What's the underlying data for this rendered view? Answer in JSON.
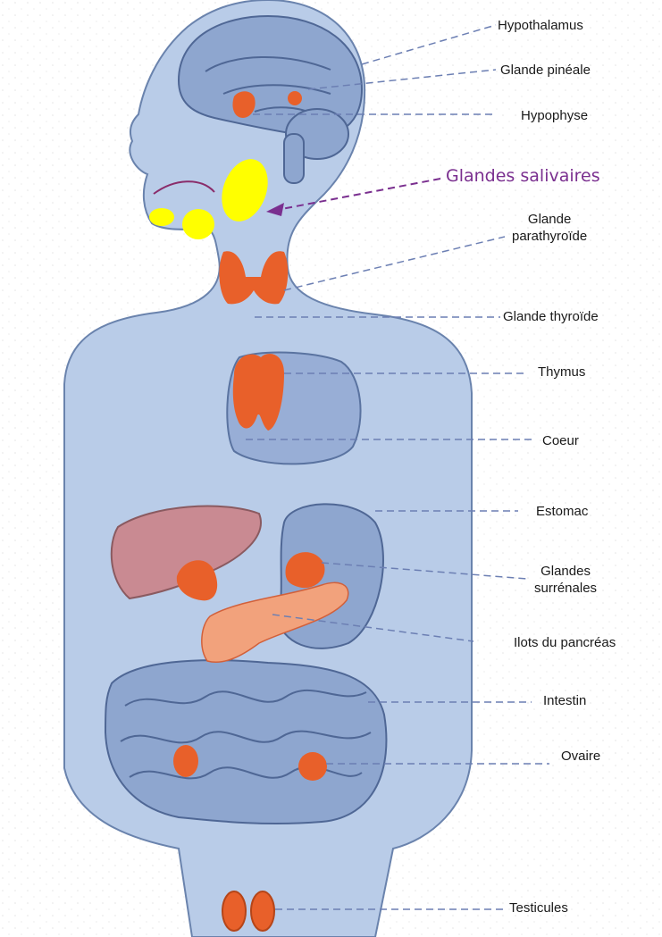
{
  "labels": {
    "hypothalamus": "Hypothalamus",
    "pineale": "Glande pinéale",
    "hypophyse": "Hypophyse",
    "salivaires": "Glandes salivaires",
    "parathyroide_1": "Glande",
    "parathyroide_2": "parathyroïde",
    "thyroide": "Glande thyroïde",
    "thymus": "Thymus",
    "coeur": "Coeur",
    "estomac": "Estomac",
    "surrenales_1": "Glandes",
    "surrenales_2": "surrénales",
    "pancreas": "Ilots du pancréas",
    "intestin": "Intestin",
    "ovaire": "Ovaire",
    "testicules": "Testicules"
  },
  "colors": {
    "body": "#b9cce8",
    "outline": "#6a83ad",
    "organ": "#8ea6cf",
    "gland": "#e8602a",
    "salivary_gland": "#ffff00",
    "salivary_label": "#7a2f8f",
    "liver": "#c98a92"
  }
}
